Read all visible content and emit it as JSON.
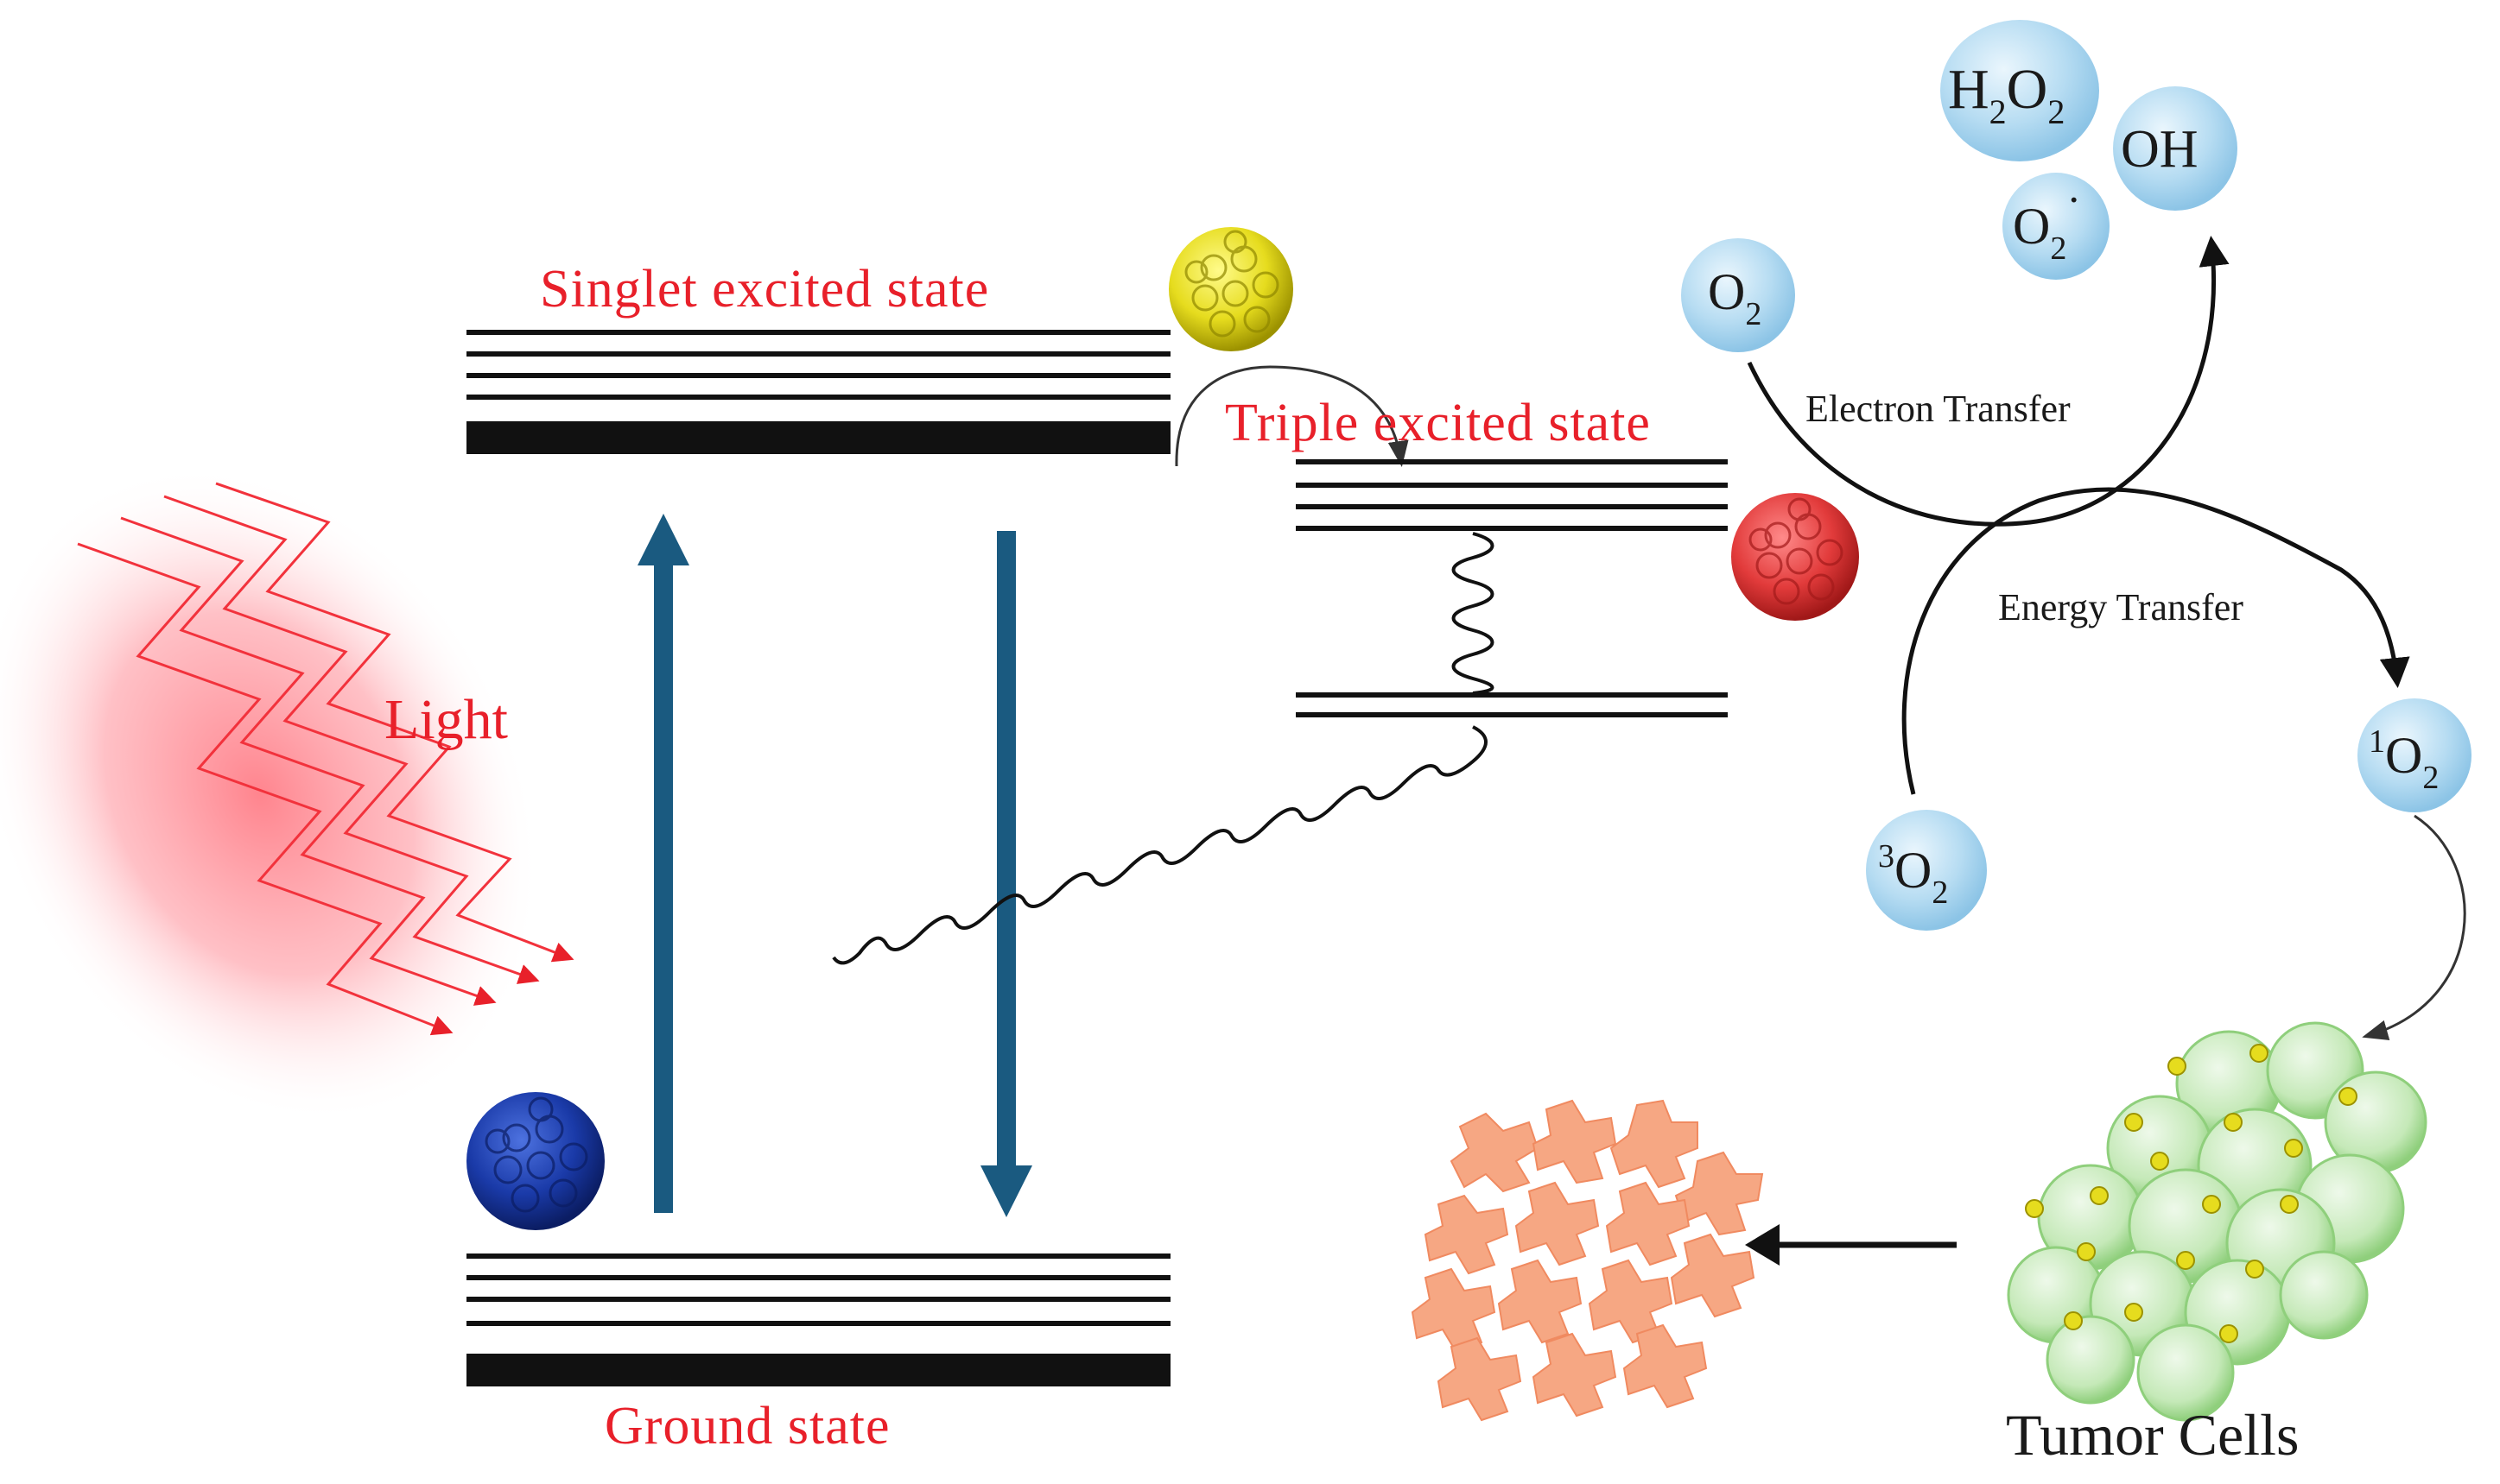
{
  "labels": {
    "singlet": "Singlet excited state",
    "triplet": "Triple excited state",
    "ground": "Ground state",
    "light": "Light",
    "electron_transfer": "Electron Transfer",
    "energy_transfer": "Energy Transfer",
    "tumor_cells": "Tumor Cells"
  },
  "molecules": {
    "h2o2": {
      "base": "H",
      "sub1": "2",
      "mid": "O",
      "sub2": "2"
    },
    "oh": {
      "base": "OH"
    },
    "o2_radical": {
      "base": "O",
      "sub": "2",
      "sup": "·"
    },
    "o2": {
      "base": "O",
      "sub": "2"
    },
    "singlet_o2": {
      "pre": "1",
      "base": "O",
      "sub": "2"
    },
    "triplet_o2": {
      "pre": "3",
      "base": "O",
      "sub": "2"
    }
  },
  "colors": {
    "label_red": "#e8202a",
    "arrow_blue": "#1a5a80",
    "bubble_blue": "#b6dcf2",
    "fullerene_yellow": "#e6dc1e",
    "fullerene_red": "#e23b3b",
    "fullerene_blue": "#1a3aa8",
    "cell_green": "#bfe6b2",
    "debris_orange": "#f6a783"
  },
  "icons": {
    "fullerene": "c60-fullerene-icon",
    "light": "light-wave-icon",
    "cells": "tumor-cell-cluster-icon",
    "debris": "dead-cell-debris-icon"
  }
}
